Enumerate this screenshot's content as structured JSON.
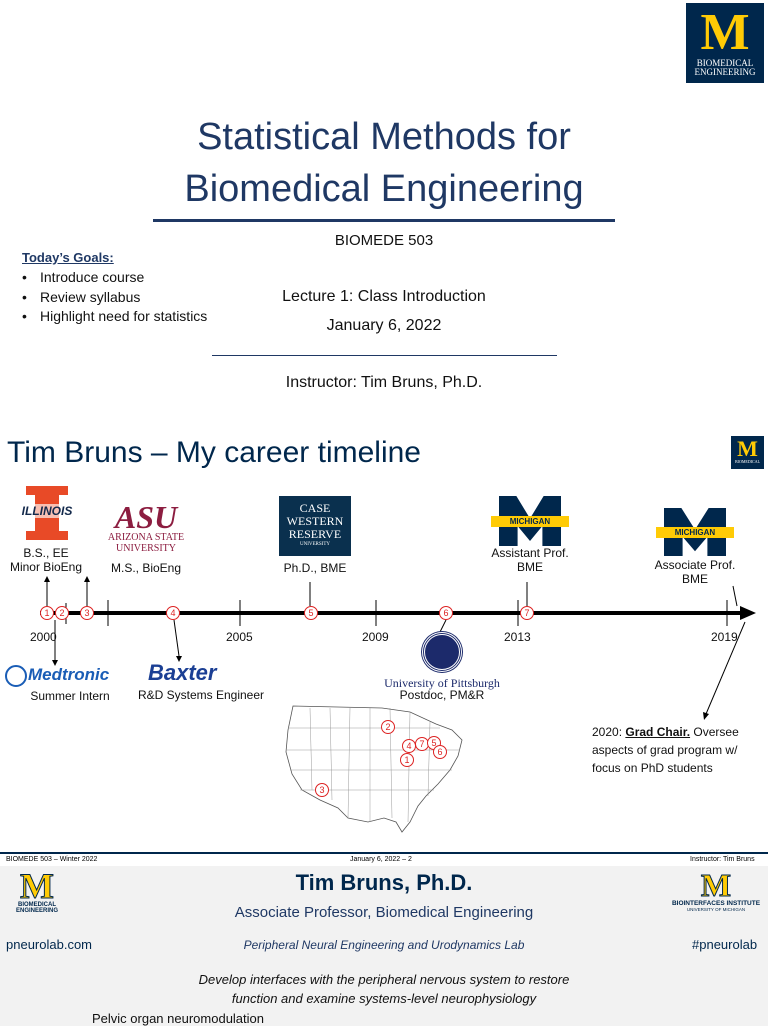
{
  "slide1": {
    "logo_m": "M",
    "logo_line1": "BIOMEDICAL",
    "logo_line2": "ENGINEERING",
    "title_line1": "Statistical Methods for",
    "title_line2": "Biomedical Engineering",
    "course": "BIOMEDE 503",
    "goals_heading": "Today’s Goals:",
    "goals": [
      "Introduce course",
      "Review syllabus",
      "Highlight need for statistics"
    ],
    "lecture": "Lecture 1: Class Introduction",
    "date": "January 6, 2022",
    "instructor": "Instructor: Tim Bruns, Ph.D."
  },
  "slide2": {
    "title": "Tim Bruns – My career timeline",
    "logos": {
      "illinois": "ILLINOIS",
      "asu": "ASU",
      "asu_name1": "Arizona State",
      "asu_name2": "University",
      "case1": "Case",
      "case2": "Western",
      "case3": "Reserve",
      "case4": "UNIVERSITY",
      "michigan": "MICHIGAN",
      "medtronic": "Medtronic",
      "baxter": "Baxter",
      "pitt": "University of Pittsburgh"
    },
    "labels": {
      "bs1": "B.S., EE",
      "bs2": "Minor BioEng",
      "ms": "M.S., BioEng",
      "phd": "Ph.D., BME",
      "asst1": "Assistant Prof.",
      "asst2": "BME",
      "assoc1": "Associate Prof.",
      "assoc2": "BME",
      "intern": "Summer Intern",
      "rd": "R&D Systems Engineer",
      "postdoc": "Postdoc, PM&R"
    },
    "years": [
      "2000",
      "2005",
      "2009",
      "2013",
      "2019"
    ],
    "markers": [
      "1",
      "2",
      "3",
      "4",
      "5",
      "6",
      "7"
    ],
    "note_year": "2020:",
    "note_bold": "Grad Chair.",
    "note_rest1": " Oversee",
    "note_rest2": "aspects of grad program w/",
    "note_rest3": "focus on PhD students",
    "footer_left": "BIOMEDE 503 – Winter 2022",
    "footer_center": "January 6, 2022 – 2",
    "footer_right": "Instructor: Tim Bruns"
  },
  "slide3": {
    "name": "Tim Bruns, Ph.D.",
    "position": "Associate Professor, Biomedical Engineering",
    "website": "pneurolab.com",
    "lab": "Peripheral Neural Engineering and Urodynamics Lab",
    "hashtag": "#pneurolab",
    "institute1": "BIOINTERFACES INSTITUTE",
    "institute2": "UNIVERSITY OF MICHIGAN",
    "logo_line1": "BIOMEDICAL",
    "logo_line2": "ENGINEERING",
    "mission1": "Develop interfaces with the peripheral nervous system to restore",
    "mission2": "function and examine systems-level neurophysiology",
    "topic": "Pelvic organ neuromodulation"
  },
  "colors": {
    "navy": "#00274c",
    "maize": "#ffcb05",
    "title_blue": "#1f3864",
    "marker_red": "#dd2222"
  }
}
